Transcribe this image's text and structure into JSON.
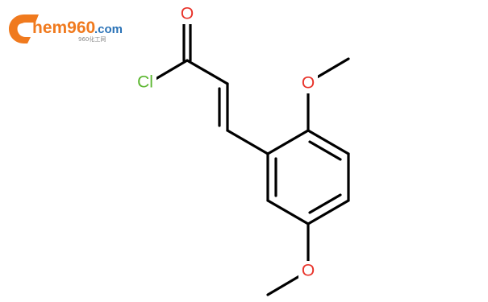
{
  "logo": {
    "letter": "C",
    "text": "hem960",
    "suffix": ".com",
    "subtitle": "960化工网",
    "color_primary": "#f07a1e",
    "color_secondary": "#2b73b7"
  },
  "molecule": {
    "atoms": {
      "cl": {
        "symbol": "Cl",
        "color": "#5ab62e"
      },
      "o_carbonyl": {
        "symbol": "O",
        "color": "#e8332a"
      },
      "o_methoxy_top": {
        "symbol": "O",
        "color": "#e8332a"
      },
      "o_methoxy_bottom": {
        "symbol": "O",
        "color": "#e8332a"
      }
    },
    "bond_color": "#000000"
  }
}
